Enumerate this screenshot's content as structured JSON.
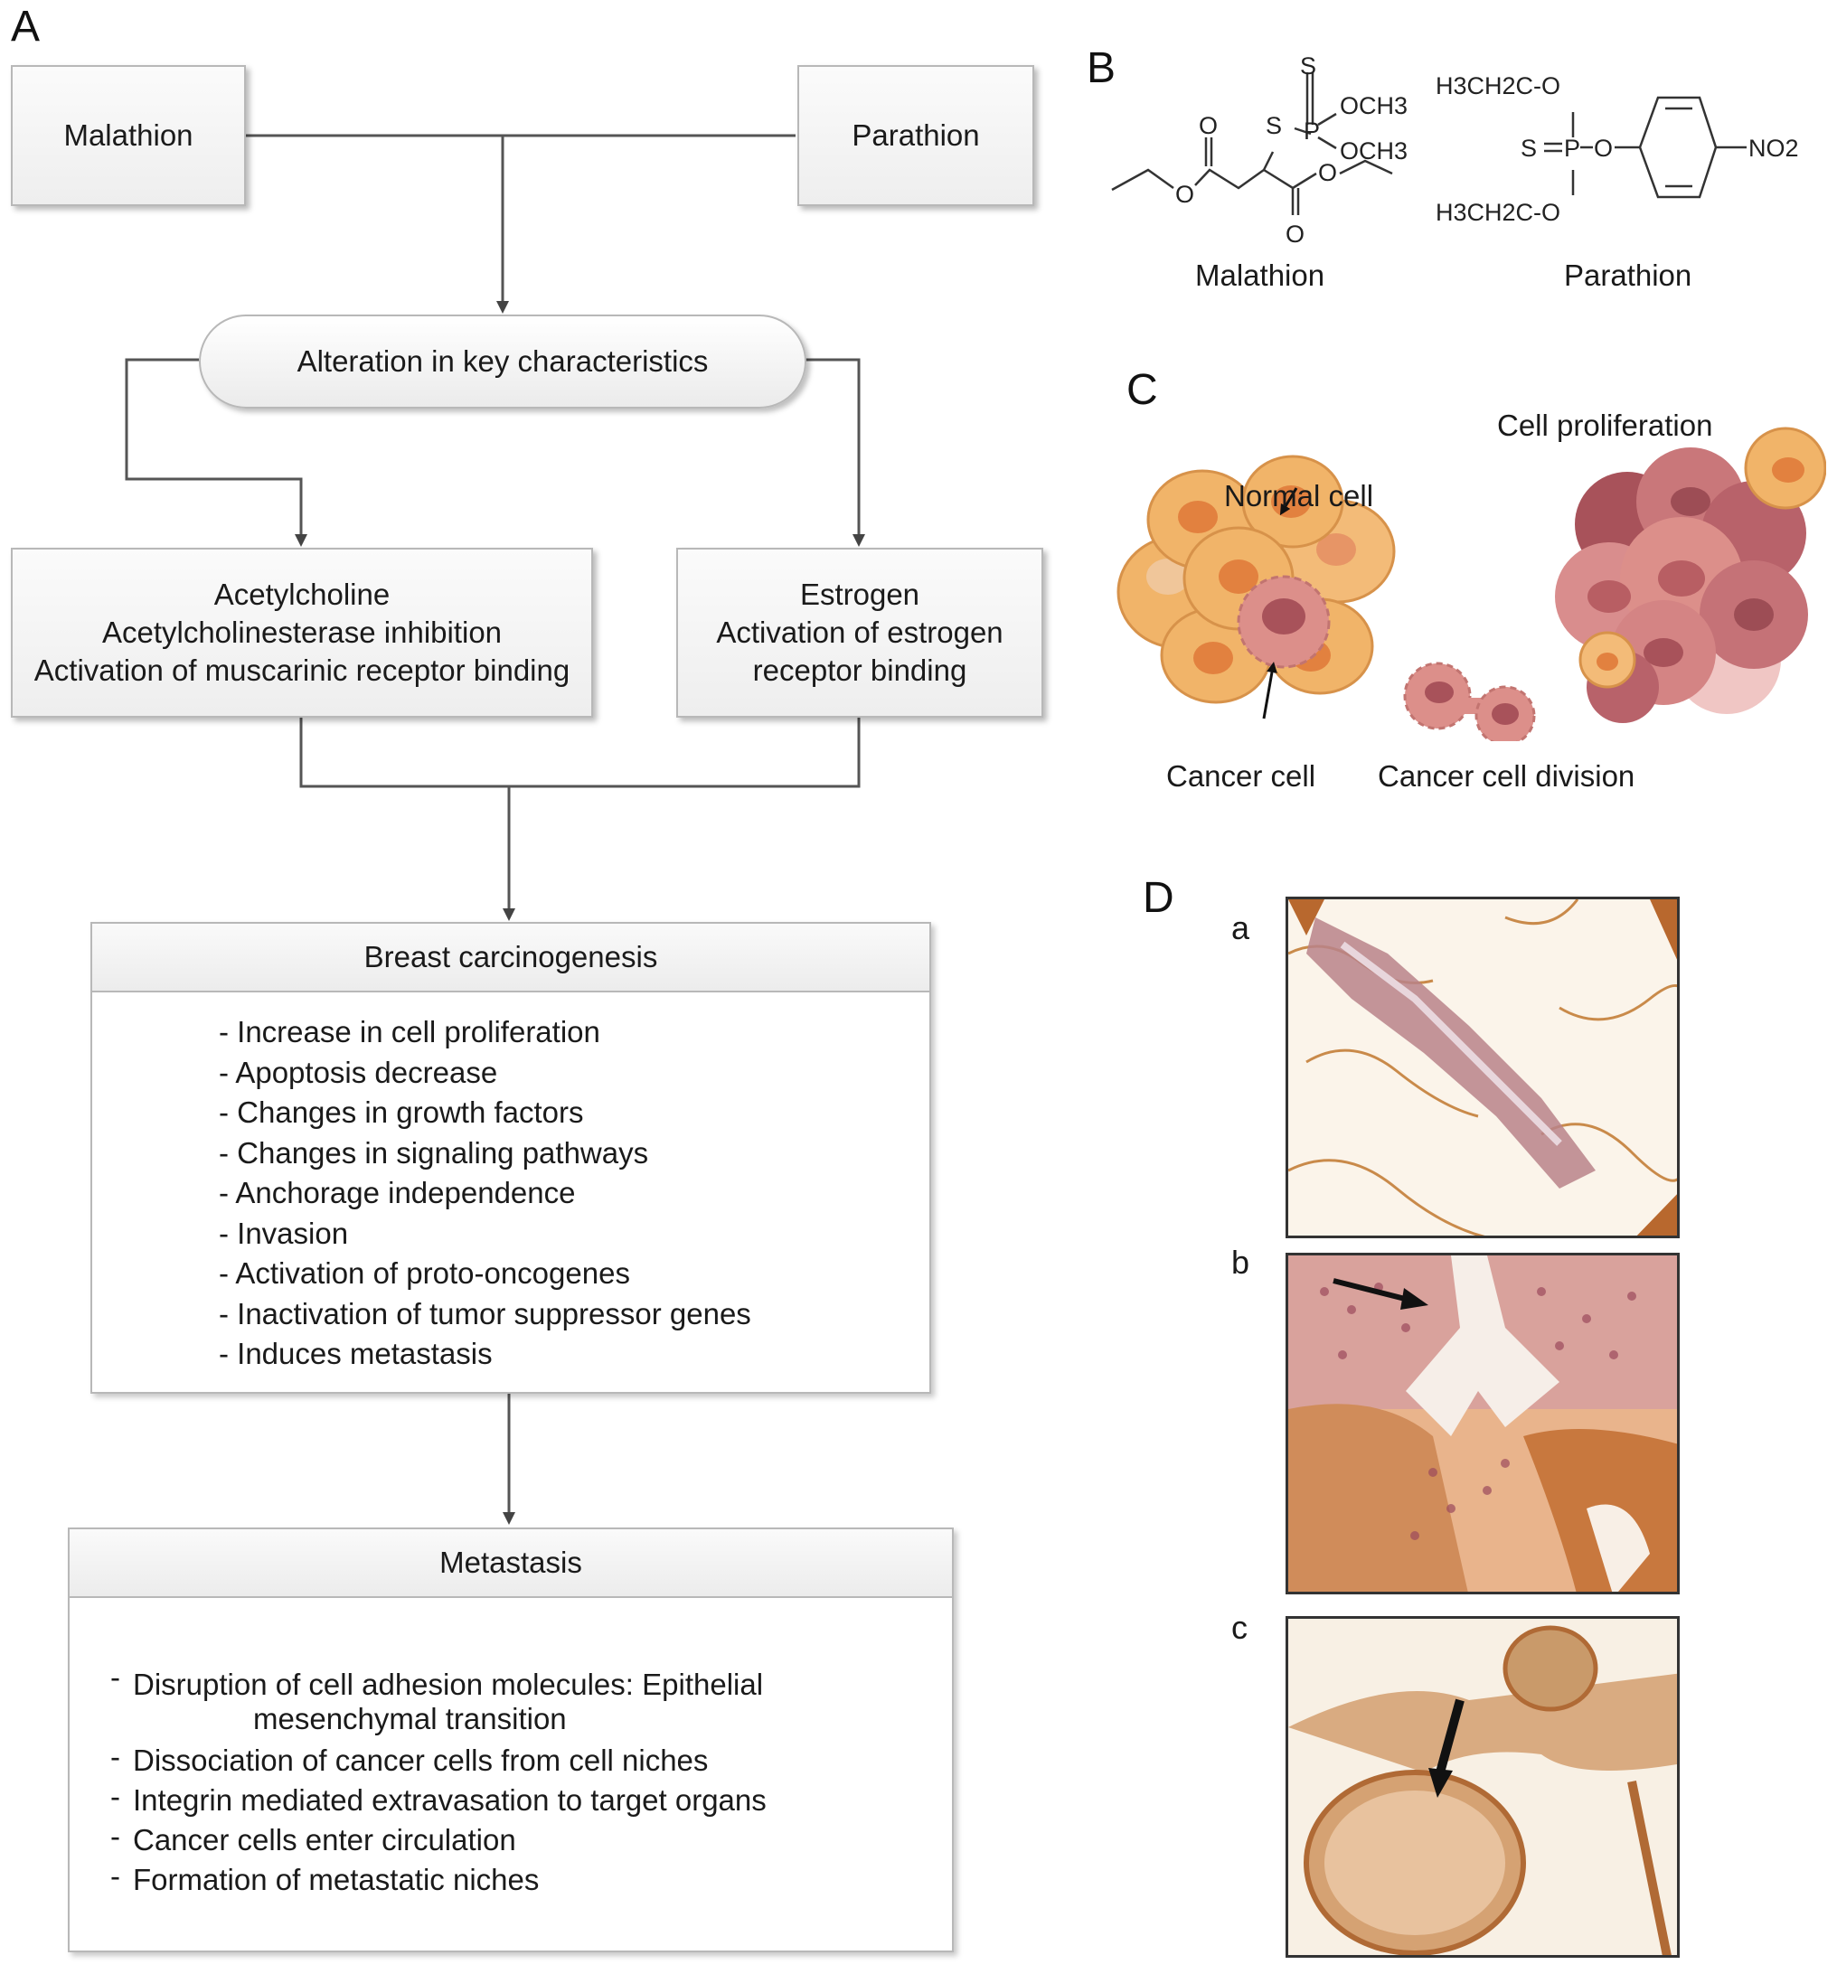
{
  "panels": {
    "a": "A",
    "b": "B",
    "c": "C",
    "d": "D"
  },
  "panel_a": {
    "malathion_box": "Malathion",
    "parathion_box": "Parathion",
    "alteration": "Alteration in key characteristics",
    "acetylcholine": {
      "line1": "Acetylcholine",
      "line2": "Acetylcholinesterase inhibition",
      "line3": "Activation of muscarinic receptor binding"
    },
    "estrogen": {
      "line1": "Estrogen",
      "line2": "Activation of estrogen",
      "line3": "receptor binding"
    },
    "breast": {
      "title": "Breast carcinogenesis",
      "items": [
        "- Increase in cell proliferation",
        "- Apoptosis decrease",
        "- Changes in growth factors",
        "- Changes in signaling pathways",
        "- Anchorage independence",
        "- Invasion",
        "- Activation of proto-oncogenes",
        "- Inactivation of tumor suppressor genes",
        "- Induces metastasis"
      ]
    },
    "metastasis": {
      "title": "Metastasis",
      "items": [
        "Disruption of cell adhesion molecules: Epithelial",
        "Dissociation of cancer cells from cell niches",
        "Integrin mediated extravasation to target organs",
        "Cancer cells enter circulation",
        "Formation of metastatic niches"
      ],
      "item1_cont": "mesenchymal transition",
      "dash": "-"
    }
  },
  "panel_b": {
    "malathion": {
      "name": "Malathion",
      "s_top": "S",
      "s_side": "S",
      "p": "P",
      "och3_a": "OCH3",
      "och3_b": "OCH3",
      "o_carbonyl_left": "O",
      "o_ester_left": "O",
      "o_ester_right": "O",
      "o_carbonyl_right": "O"
    },
    "parathion": {
      "name": "Parathion",
      "ethoxy_top": "H3CH2C-O",
      "ethoxy_bottom": "H3CH2C-O",
      "s": "S",
      "p": "P",
      "o_link": "O",
      "nitro": "NO2"
    }
  },
  "panel_c": {
    "normal_cell": "Normal cell",
    "cancer_cell": "Cancer cell",
    "cancer_cell_division": "Cancer cell division",
    "cell_proliferation": "Cell proliferation",
    "colors": {
      "normal": "#f1b469",
      "normal_nucleus": "#e2813f",
      "cancer": "#dc8f8a",
      "cancer_dark": "#a8525a"
    }
  },
  "panel_d": {
    "a": "a",
    "b": "b",
    "c": "c"
  }
}
